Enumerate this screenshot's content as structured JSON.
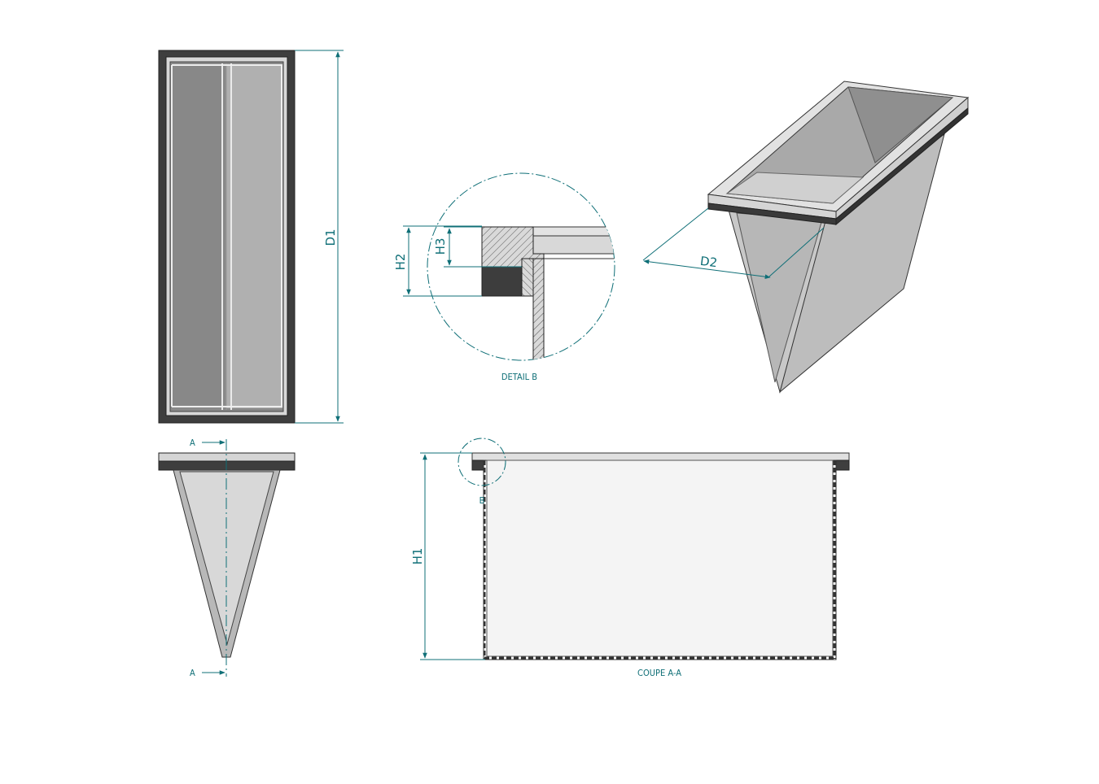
{
  "dimensions": {
    "d1": "D1",
    "d2": "D2",
    "h1": "H1",
    "h2": "H2",
    "h3": "H3"
  },
  "section_marks": {
    "top": "A",
    "bottom": "A",
    "detail": "B"
  },
  "captions": {
    "detail": "DETAIL B",
    "section": "COUPE A-A"
  },
  "colors": {
    "annotation": "#0f6f77",
    "outline": "#333333",
    "dark_frame": "#3a3a3a",
    "mid_grey": "#8a8a8a",
    "light_grey": "#cfcfcf"
  }
}
